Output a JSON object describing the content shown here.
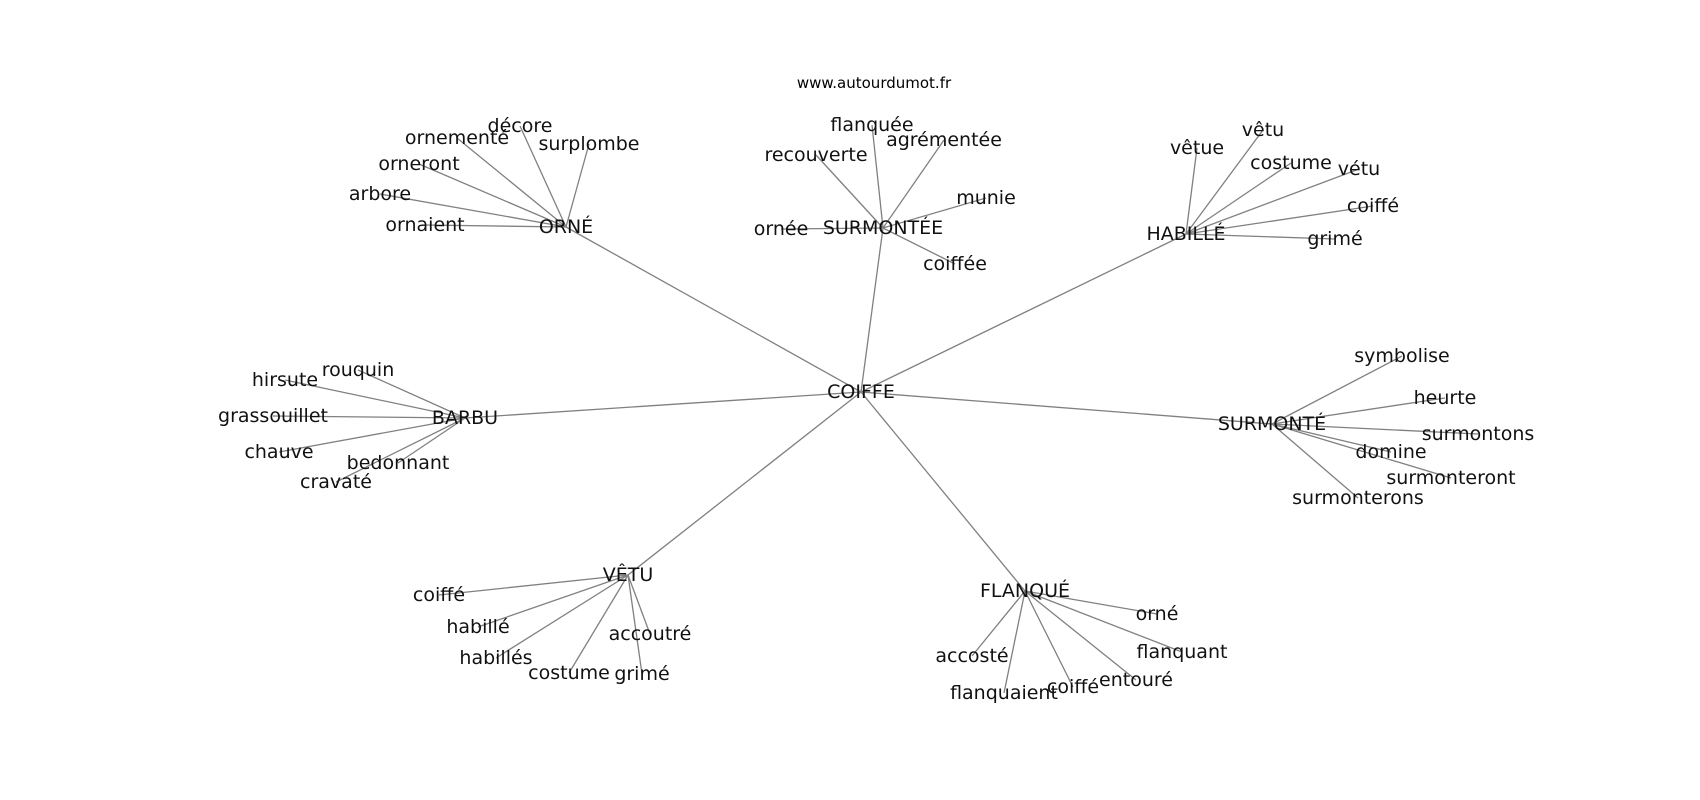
{
  "source": "www.autourdumot.fr",
  "center": "COIFFE",
  "groups": [
    {
      "label": "ORNÉ",
      "words": [
        "décore",
        "ornementé",
        "surplombe",
        "orneront",
        "arbore",
        "ornaient"
      ]
    },
    {
      "label": "SURMONTÉE",
      "words": [
        "flanquée",
        "recouverte",
        "agrémentée",
        "munie",
        "ornée",
        "coiffée"
      ]
    },
    {
      "label": "HABILLÉ",
      "words": [
        "vêtu",
        "vêtue",
        "costume",
        "vétu",
        "coiffé",
        "grimé"
      ]
    },
    {
      "label": "BARBU",
      "words": [
        "rouquin",
        "hirsute",
        "grassouillet",
        "chauve",
        "bedonnant",
        "cravaté"
      ]
    },
    {
      "label": "SURMONTÉ",
      "words": [
        "symbolise",
        "heurte",
        "surmontons",
        "domine",
        "surmonteront",
        "surmonterons"
      ]
    },
    {
      "label": "VÊTU",
      "words": [
        "coiffé",
        "habillé",
        "habillés",
        "costume",
        "accoutré",
        "grimé"
      ]
    },
    {
      "label": "FLANQUÉ",
      "words": [
        "orné",
        "flanquant",
        "accosté",
        "entouré",
        "coiffé",
        "flanquaient"
      ]
    }
  ]
}
